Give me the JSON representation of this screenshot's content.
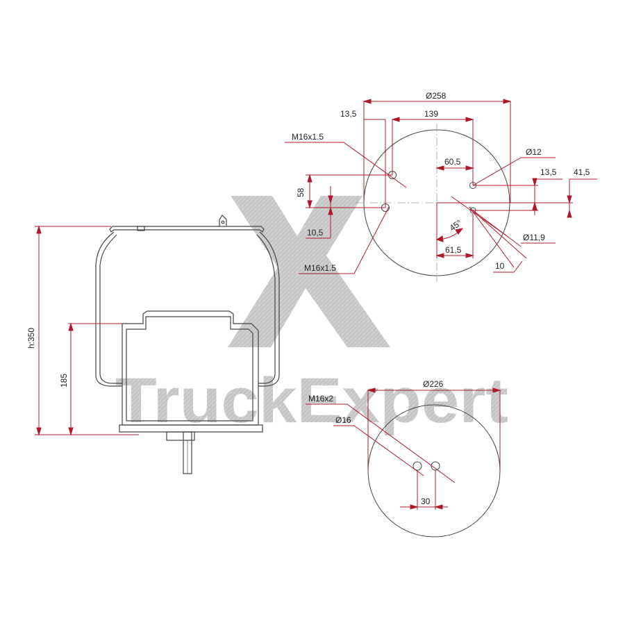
{
  "watermark": {
    "brand": "TruckExpert",
    "color": "#bdbdbd"
  },
  "colors": {
    "line": "#444444",
    "dimension": "#b0182a"
  },
  "side_view": {
    "height_label": "h:350",
    "piston_height_label": "185"
  },
  "top_plate": {
    "diameter_label": "Ø258",
    "dim_13_5_a": "13,5",
    "dim_139": "139",
    "dim_60_5": "60,5",
    "dim_12": "Ø12",
    "dim_13_5_b": "13,5",
    "dim_41_5": "41,5",
    "dim_58": "58",
    "dim_10_5": "10,5",
    "dim_45": "45°",
    "dim_11_9": "Ø11,9",
    "dim_61_5": "61,5",
    "dim_10": "10",
    "stud_label_1": "M16x1.5",
    "stud_label_2": "M16x1.5"
  },
  "bottom_plate": {
    "diameter_label": "Ø226",
    "thread_label": "M16x2",
    "hole_label": "Ø16",
    "spacing_label": "30"
  }
}
